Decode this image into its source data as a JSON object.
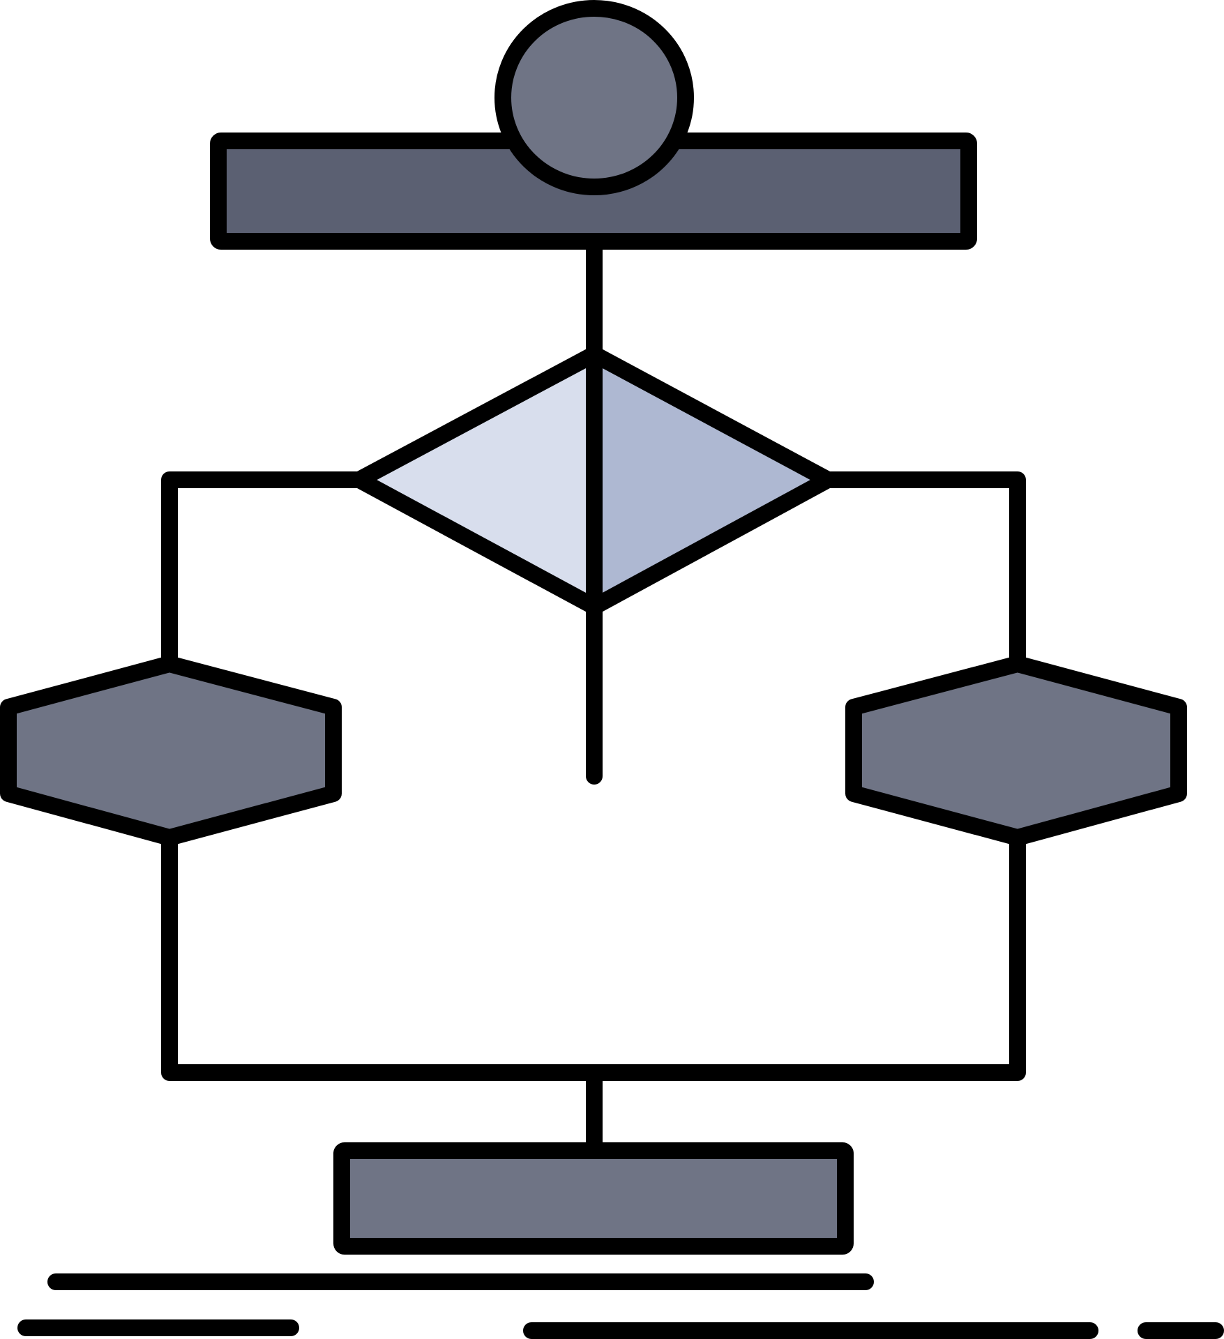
{
  "icon": {
    "name": "algorithm-flowchart-icon",
    "colors": {
      "outline": "#000000",
      "start_circle": "#6f7485",
      "top_bar": "#5b6072",
      "diamond_left": "#d8deed",
      "diamond_right": "#aeb8d2",
      "left_hexagon": "#6f7485",
      "right_hexagon": "#6f7485",
      "end_box": "#6f7485",
      "background": "#ffffff"
    },
    "shapes": [
      "start-circle",
      "process-bar",
      "decision-diamond",
      "left-hexagon",
      "right-hexagon",
      "end-box"
    ]
  }
}
